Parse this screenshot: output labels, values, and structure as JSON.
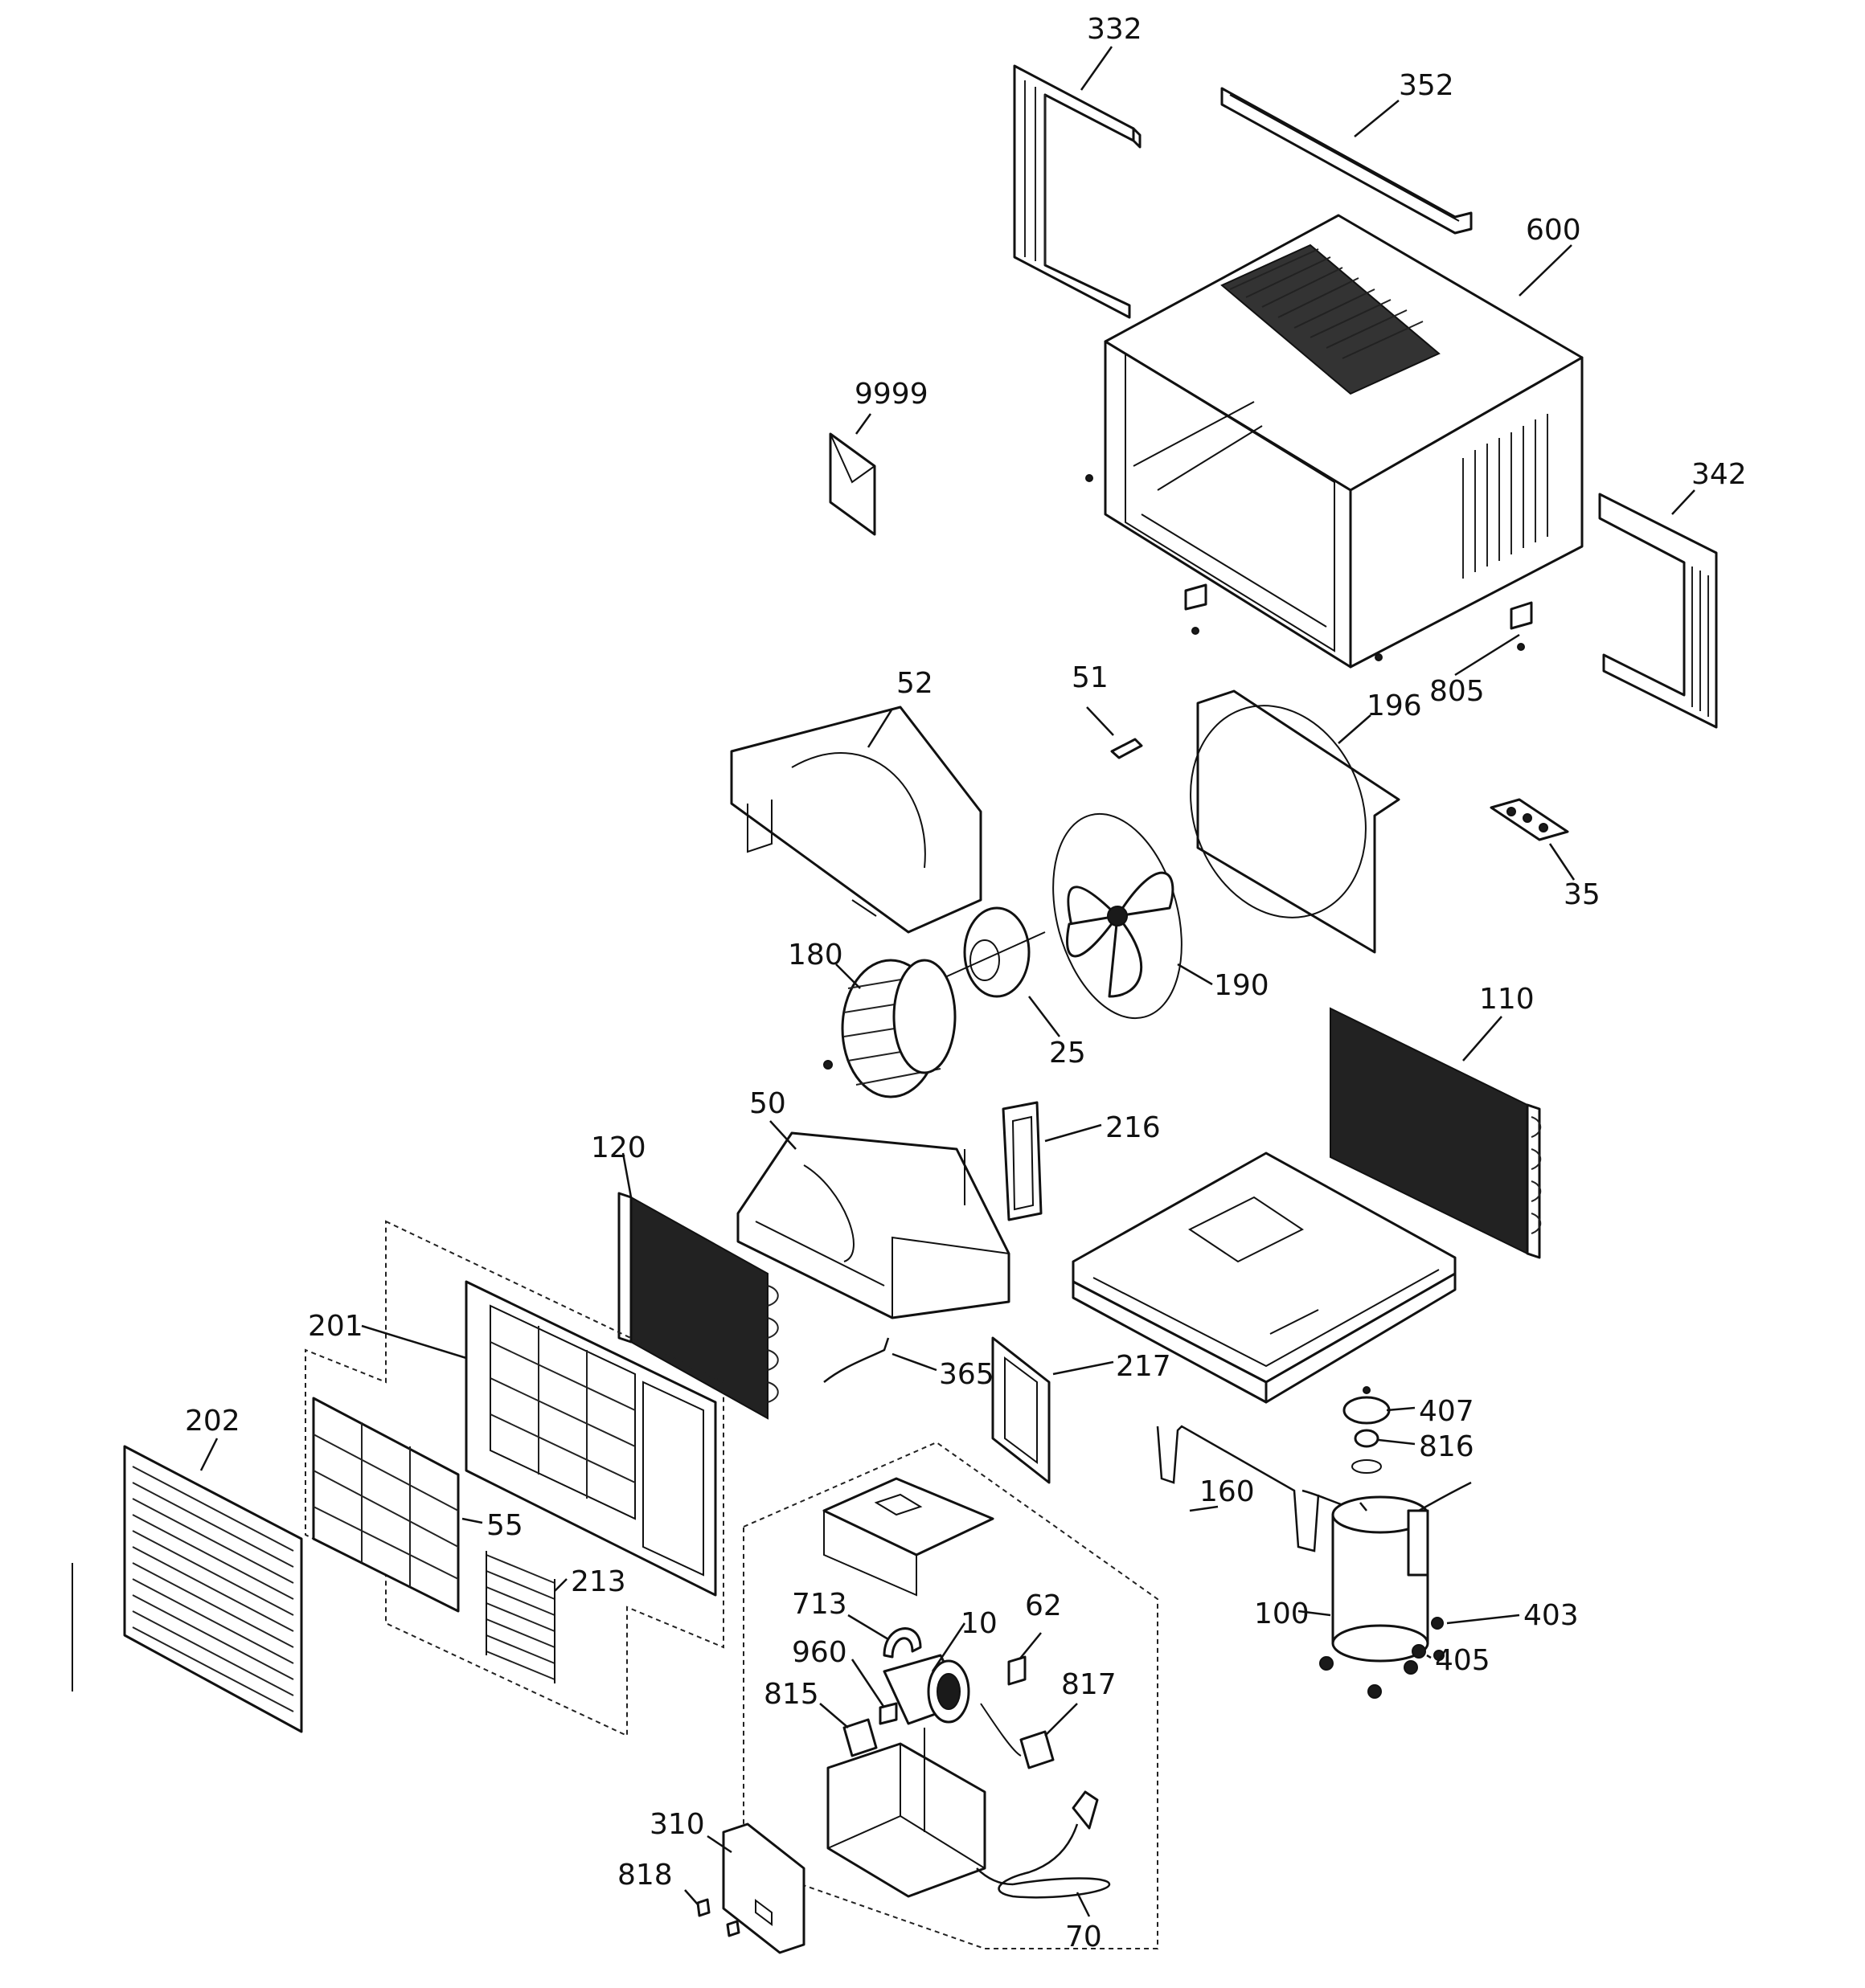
{
  "diagram": {
    "labels": {
      "p332": "332",
      "p352": "352",
      "p600": "600",
      "p9999": "9999",
      "p342": "342",
      "p805": "805",
      "p52": "52",
      "p51": "51",
      "p196": "196",
      "p35": "35",
      "p180": "180",
      "p190": "190",
      "p25": "25",
      "p110": "110",
      "p50": "50",
      "p216": "216",
      "p120": "120",
      "p201": "201",
      "p365": "365",
      "p217": "217",
      "p202": "202",
      "p55": "55",
      "p213": "213",
      "p407": "407",
      "p816": "816",
      "p160": "160",
      "p100": "100",
      "p403": "403",
      "p405": "405",
      "p713": "713",
      "p10": "10",
      "p62": "62",
      "p960": "960",
      "p815": "815",
      "p817": "817",
      "p310": "310",
      "p818": "818",
      "p70": "70"
    }
  }
}
